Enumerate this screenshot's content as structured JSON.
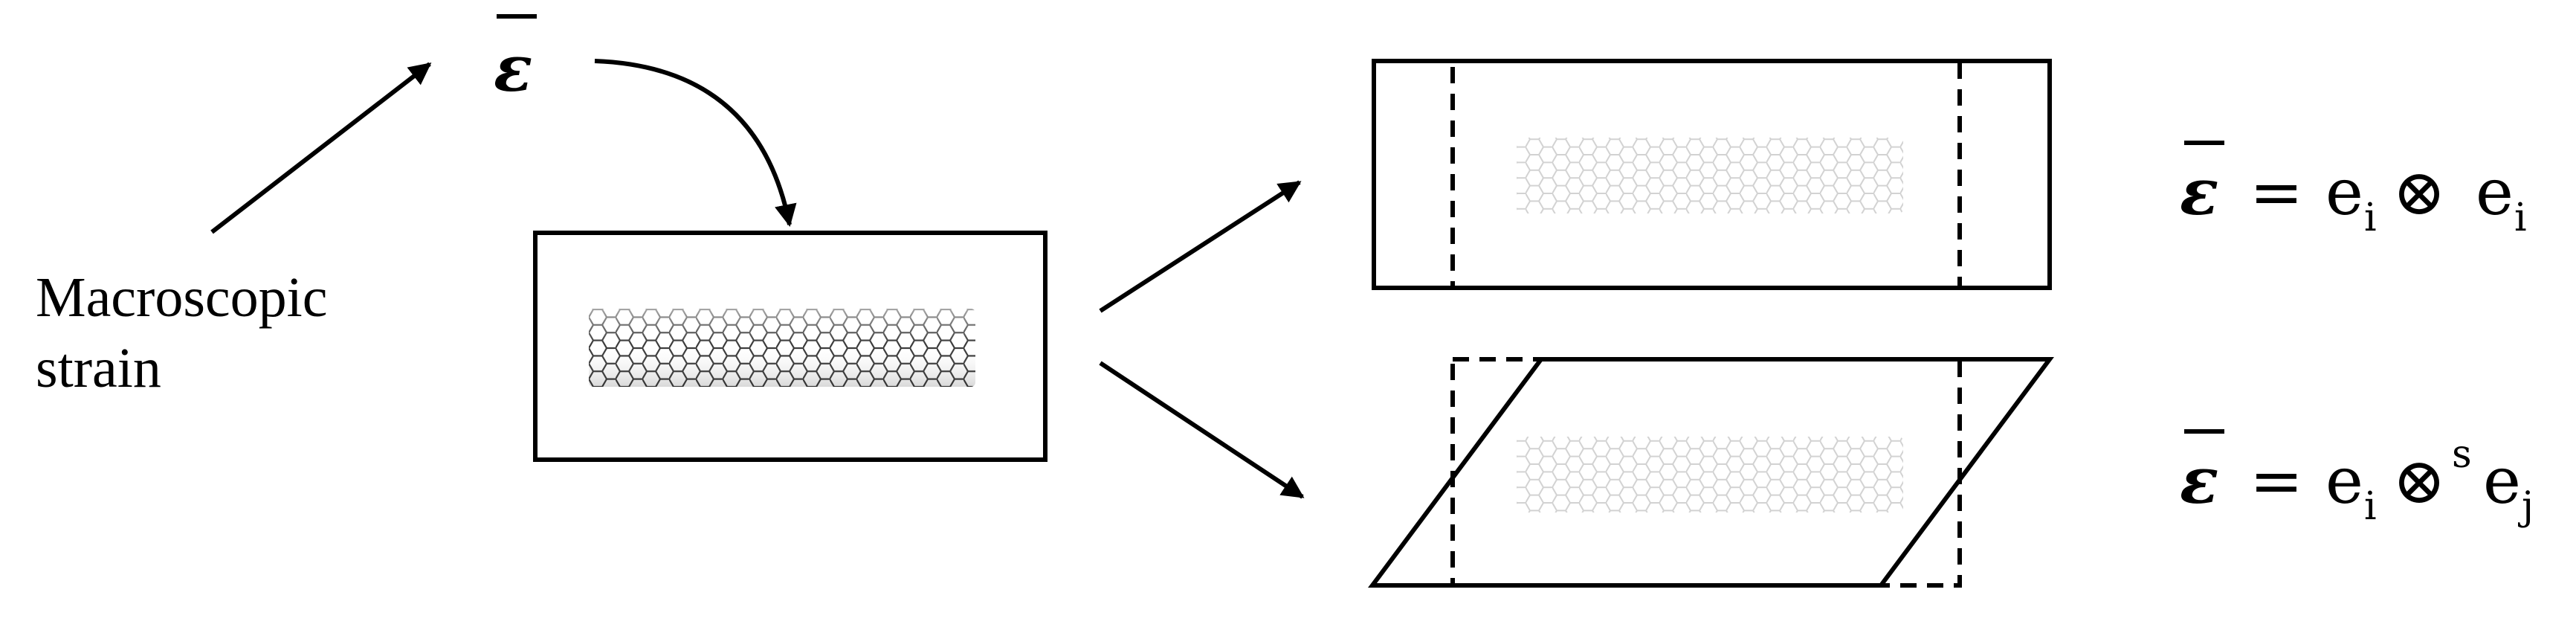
{
  "macro_label": {
    "line1": "Macroscopic",
    "line2": "strain"
  },
  "strain_symbol": "ε",
  "equations": {
    "normal": {
      "lhs": "ε",
      "equals": "=",
      "e1": "e",
      "s1": "i",
      "operator": "⊗",
      "sup": "",
      "e2": "e",
      "s2": "i"
    },
    "shear": {
      "lhs": "ε",
      "equals": "=",
      "e1": "e",
      "s1": "i",
      "operator": "⊗",
      "sup": "s",
      "e2": "e",
      "s2": "j"
    }
  },
  "colors": {
    "stroke": "#000000",
    "nanotube": "#444444",
    "nanotube_faded": "#d8d8d8"
  }
}
